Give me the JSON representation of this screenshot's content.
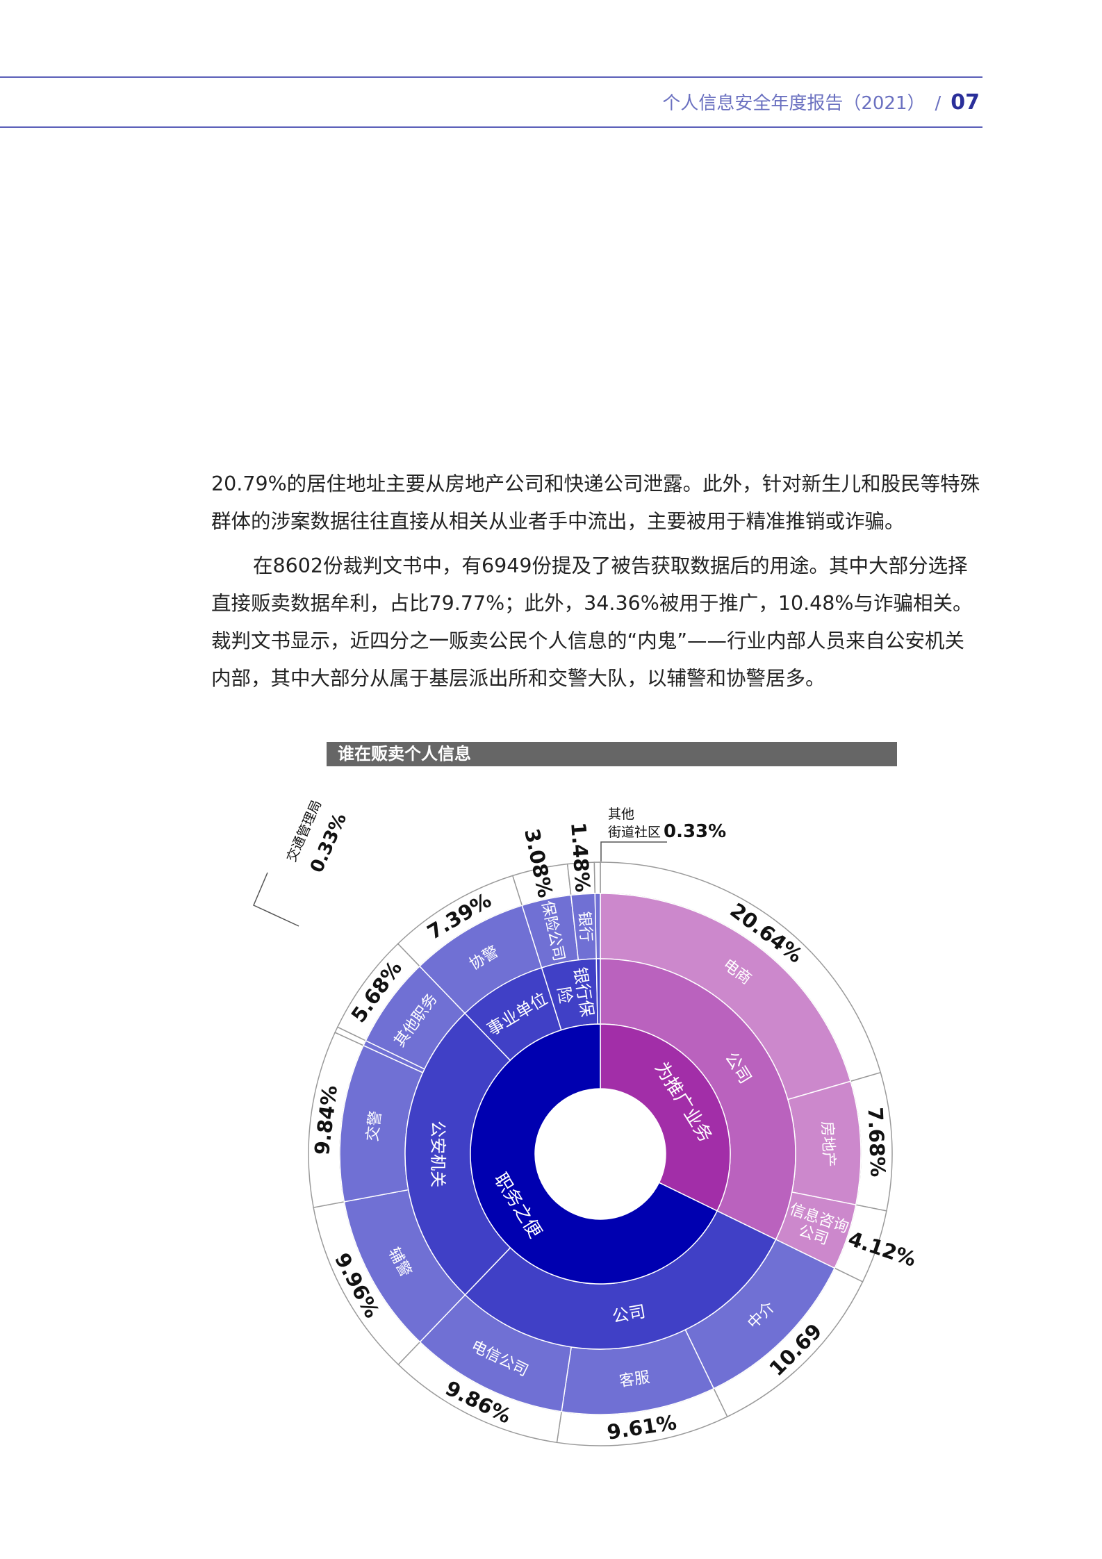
{
  "header": {
    "title": "个人信息安全年度报告（2021）",
    "separator": "/",
    "page": "07"
  },
  "body": {
    "p1": "20.79%的居住地址主要从房地产公司和快递公司泄露。此外，针对新生儿和股民等特殊群体的涉案数据往往直接从相关从业者手中流出，主要被用于精准推销或诈骗。",
    "p2": "在8602份裁判文书中，有6949份提及了被告获取数据后的用途。其中大部分选择直接贩卖数据牟利，占比79.77%；此外，34.36%被用于推广，10.48%与诈骗相关。裁判文书显示，近四分之一贩卖公民个人信息的“内鬼”——行业内部人员来自公安机关内部，其中大部分从属于基层派出所和交警大队，以辅警和协警居多。"
  },
  "chart_data": {
    "type": "sunburst",
    "title": "谁在贩卖个人信息",
    "colors": {
      "promo_inner": "#a22ea8",
      "promo_mid": "#ba62be",
      "promo_outer": "#cc88cc",
      "duty_inner": "#0000b0",
      "duty_mid": "#4040c6",
      "duty_outer": "#7070d4"
    },
    "inner": [
      {
        "name": "为推广业务",
        "value": 32.44,
        "group": "promo"
      },
      {
        "name": "职务之便",
        "value": 68.25,
        "group": "duty"
      }
    ],
    "middle": [
      {
        "name": "公司",
        "value": 32.44,
        "group": "promo"
      },
      {
        "name": "公司",
        "value": 30.16,
        "group": "duty"
      },
      {
        "name": "公安机关",
        "value": 25.81,
        "group": "duty"
      },
      {
        "name": "事业单位",
        "value": 7.39,
        "group": "duty"
      },
      {
        "name": "银行保险",
        "value": 4.56,
        "group": "duty"
      },
      {
        "name": "其他",
        "value": 0.33,
        "group": "duty"
      }
    ],
    "outer": [
      {
        "name": "电商",
        "value": 20.64,
        "label": "20.64%",
        "group": "promo"
      },
      {
        "name": "房地产",
        "value": 7.68,
        "label": "7.68%",
        "group": "promo"
      },
      {
        "name": "信息咨询公司",
        "value": 4.12,
        "label": "4.12%",
        "group": "promo"
      },
      {
        "name": "中介",
        "value": 10.69,
        "label": "10.69",
        "group": "duty"
      },
      {
        "name": "客服",
        "value": 9.61,
        "label": "9.61%",
        "group": "duty"
      },
      {
        "name": "电信公司",
        "value": 9.86,
        "label": "9.86%",
        "group": "duty"
      },
      {
        "name": "辅警",
        "value": 9.96,
        "label": "9.96%",
        "group": "duty"
      },
      {
        "name": "交警",
        "value": 9.84,
        "label": "9.84%",
        "group": "duty"
      },
      {
        "name": "交通管理局",
        "value": 0.33,
        "label": "0.33%",
        "group": "duty",
        "callout": true
      },
      {
        "name": "其他职务",
        "value": 5.68,
        "label": "5.68%",
        "group": "duty"
      },
      {
        "name": "协警",
        "value": 7.39,
        "label": "7.39%",
        "group": "duty"
      },
      {
        "name": "保险公司",
        "value": 3.08,
        "label": "3.08%",
        "group": "duty"
      },
      {
        "name": "银行",
        "value": 1.48,
        "label": "1.48%",
        "group": "duty"
      },
      {
        "name": "街道社区",
        "value": 0.33,
        "label": "0.33%",
        "group": "duty",
        "callout": true
      }
    ]
  }
}
